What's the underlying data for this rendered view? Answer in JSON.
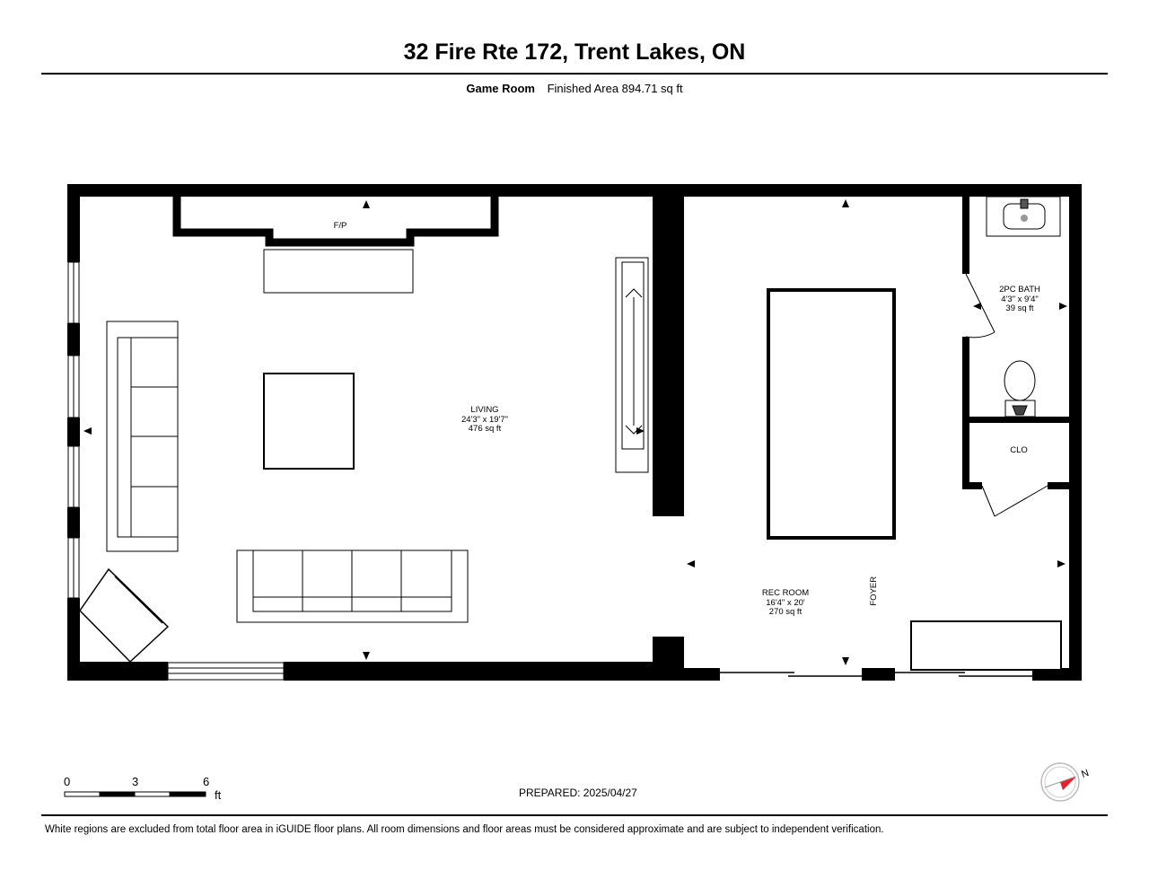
{
  "header": {
    "title": "32 Fire Rte 172, Trent Lakes, ON",
    "level": "Game Room",
    "finished_area": "Finished Area 894.71 sq ft"
  },
  "rooms": {
    "fireplace": {
      "label": "F/P"
    },
    "living": {
      "name": "LIVING",
      "dims": "24'3\" x 19'7\"",
      "area": "476 sq ft"
    },
    "bath": {
      "name": "2PC BATH",
      "dims": "4'3\" x 9'4\"",
      "area": "39 sq ft"
    },
    "closet": {
      "name": "CLO"
    },
    "rec": {
      "name": "REC ROOM",
      "dims": "16'4\" x 20'",
      "area": "270 sq ft"
    },
    "foyer": {
      "name": "FOYER"
    }
  },
  "scale": {
    "zero": "0",
    "mid": "3",
    "max": "6",
    "unit": "ft"
  },
  "compass": {
    "label": "N",
    "accent": "#e8202a"
  },
  "footer": {
    "prepared": "PREPARED: 2025/04/27",
    "disclaimer": "White regions are excluded from total floor area in iGUIDE floor plans. All room dimensions and floor areas must be considered approximate and are subject to independent verification."
  }
}
